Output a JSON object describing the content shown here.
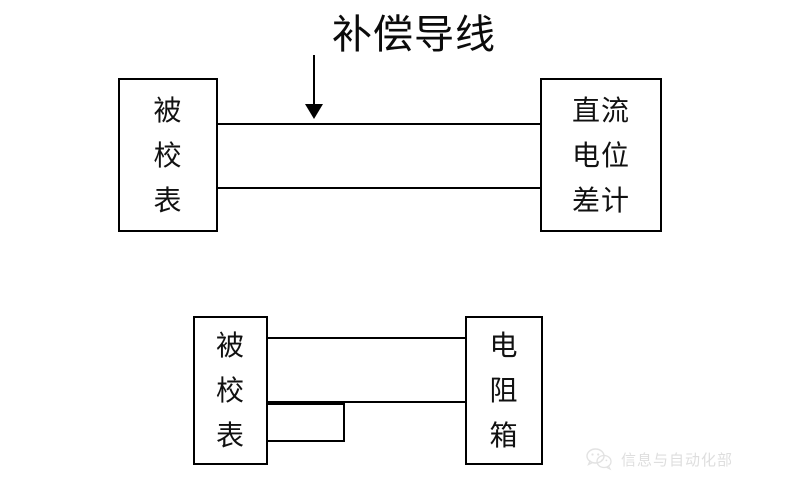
{
  "diagram": {
    "title_visible": false,
    "background_color": "#ffffff",
    "line_color": "#000000",
    "text_color": "#111111",
    "annotation": {
      "label": "补偿导线",
      "arrow": "down-arrow-icon"
    },
    "top_circuit": {
      "left_box": {
        "name": "meter-under-calibration",
        "chars": [
          "被",
          "校",
          "表"
        ]
      },
      "right_box": {
        "name": "dc-potentiometer",
        "chars": [
          "直",
          "流",
          "电",
          "位",
          "差",
          "计"
        ],
        "lines": [
          "直流",
          "电位",
          "差计"
        ]
      },
      "wire_count": 2
    },
    "bottom_circuit": {
      "left_box": {
        "name": "meter-under-calibration",
        "chars": [
          "被",
          "校",
          "表"
        ]
      },
      "right_box": {
        "name": "resistance-box",
        "chars": [
          "电",
          "阻",
          "箱"
        ]
      },
      "wire_count": 2,
      "has_short_loop": true
    }
  },
  "watermark": {
    "text": "信息与自动化部",
    "icon": "wechat-logo-icon"
  }
}
